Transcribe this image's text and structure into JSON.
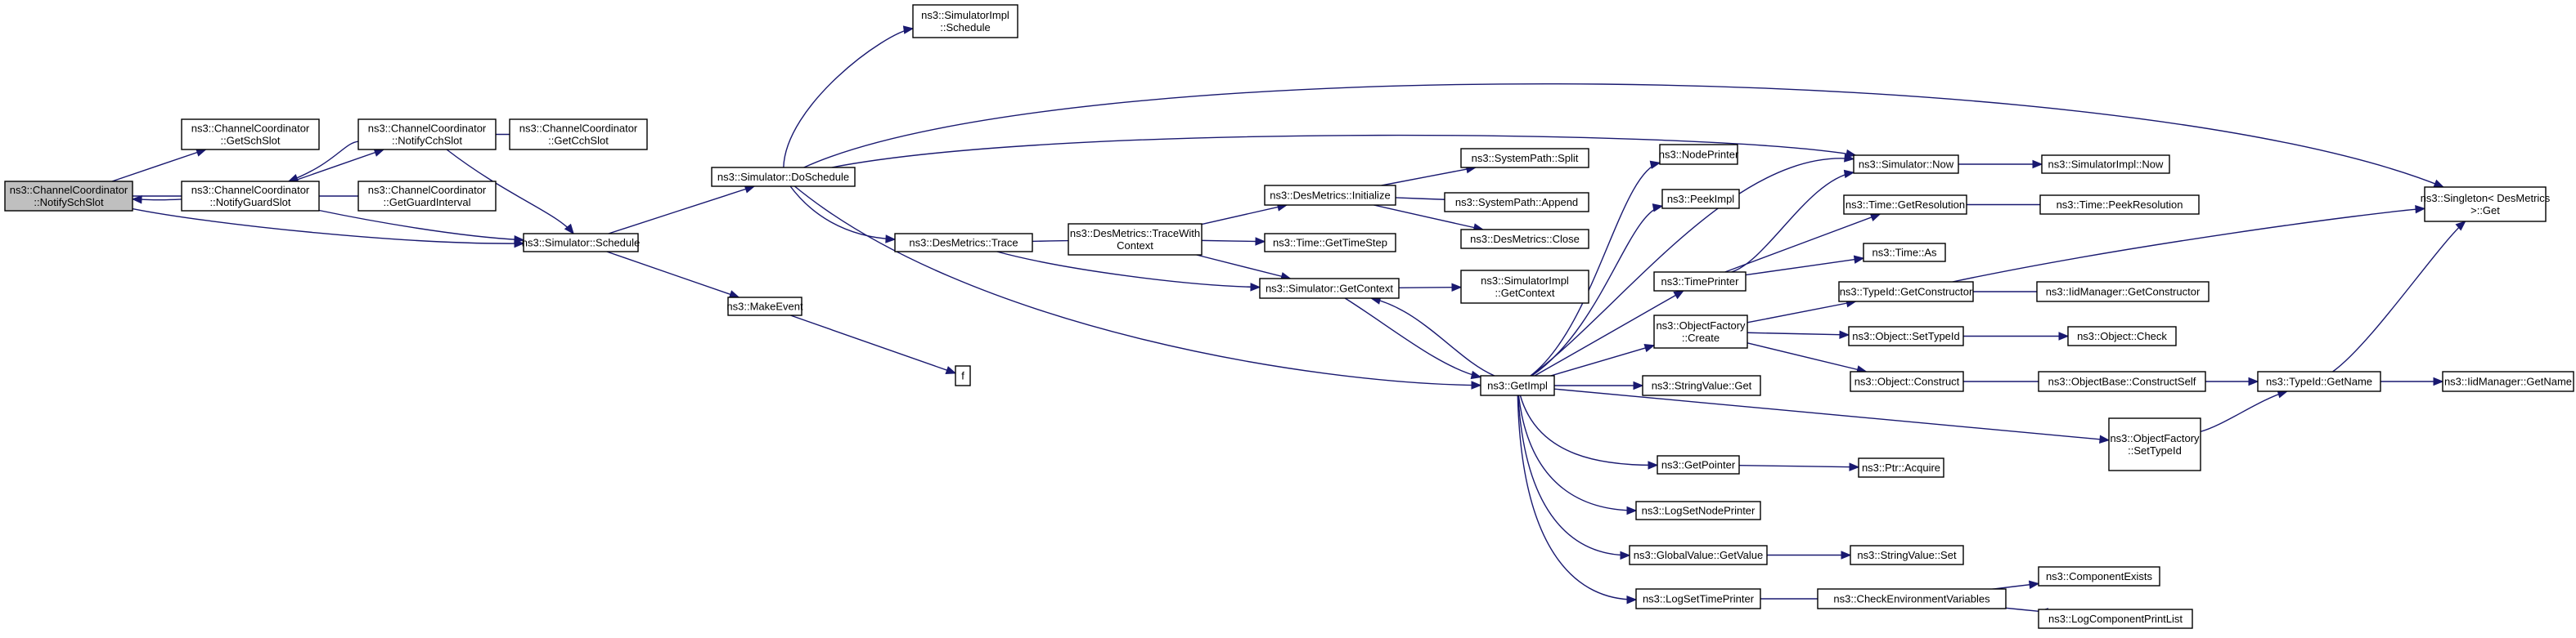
{
  "colors": {
    "edge": "#191970",
    "node_fill": "#ffffff",
    "node_fill_selected": "#bfbfbf",
    "node_border": "#000000",
    "node_border_truncated": "#ff0000"
  },
  "nodes": [
    {
      "id": "n0",
      "lines": [
        "ns3::ChannelCoordinator",
        "::NotifySchSlot"
      ],
      "selected": true
    },
    {
      "id": "n1",
      "lines": [
        "ns3::ChannelCoordinator",
        "::GetSchSlot"
      ]
    },
    {
      "id": "n2",
      "lines": [
        "ns3::ChannelCoordinator",
        "::NotifyGuardSlot"
      ]
    },
    {
      "id": "n3",
      "lines": [
        "ns3::ChannelCoordinator",
        "::NotifyCchSlot"
      ]
    },
    {
      "id": "n4",
      "lines": [
        "ns3::ChannelCoordinator",
        "::GetGuardInterval"
      ]
    },
    {
      "id": "n5",
      "lines": [
        "ns3::ChannelCoordinator",
        "::GetCchSlot"
      ]
    },
    {
      "id": "n6",
      "lines": [
        "ns3::Simulator::Schedule"
      ]
    },
    {
      "id": "n7",
      "lines": [
        "ns3::Simulator::DoSchedule"
      ]
    },
    {
      "id": "n8",
      "lines": [
        "ns3::MakeEvent"
      ]
    },
    {
      "id": "n9",
      "lines": [
        "f"
      ]
    },
    {
      "id": "n10",
      "lines": [
        "ns3::SimulatorImpl",
        "::Schedule"
      ]
    },
    {
      "id": "n11",
      "lines": [
        "ns3::DesMetrics::Trace"
      ]
    },
    {
      "id": "n12",
      "lines": [
        "ns3::DesMetrics::TraceWith",
        "Context"
      ]
    },
    {
      "id": "n13",
      "lines": [
        "ns3::DesMetrics::Initialize"
      ]
    },
    {
      "id": "n14",
      "lines": [
        "ns3::Time::GetTimeStep"
      ]
    },
    {
      "id": "n15",
      "lines": [
        "ns3::Simulator::GetContext"
      ]
    },
    {
      "id": "n16",
      "lines": [
        "ns3::SystemPath::Split"
      ]
    },
    {
      "id": "n17",
      "lines": [
        "ns3::SystemPath::Append"
      ]
    },
    {
      "id": "n18",
      "lines": [
        "ns3::DesMetrics::Close"
      ]
    },
    {
      "id": "n19",
      "lines": [
        "ns3::SimulatorImpl",
        "::GetContext"
      ]
    },
    {
      "id": "n20",
      "lines": [
        "ns3::GetImpl"
      ]
    },
    {
      "id": "n21",
      "lines": [
        "ns3::NodePrinter"
      ]
    },
    {
      "id": "n22",
      "lines": [
        "ns3::PeekImpl"
      ]
    },
    {
      "id": "n23",
      "lines": [
        "ns3::TimePrinter"
      ]
    },
    {
      "id": "n24",
      "lines": [
        "ns3::ObjectFactory",
        "::Create"
      ]
    },
    {
      "id": "n25",
      "lines": [
        "ns3::StringValue::Get"
      ]
    },
    {
      "id": "n26",
      "lines": [
        "ns3::GetPointer"
      ]
    },
    {
      "id": "n27",
      "lines": [
        "ns3::LogSetNodePrinter"
      ]
    },
    {
      "id": "n28",
      "lines": [
        "ns3::GlobalValue::GetValue"
      ]
    },
    {
      "id": "n29",
      "lines": [
        "ns3::LogSetTimePrinter"
      ]
    },
    {
      "id": "n30",
      "lines": [
        "ns3::Simulator::Now"
      ]
    },
    {
      "id": "n31",
      "lines": [
        "ns3::SimulatorImpl::Now"
      ]
    },
    {
      "id": "n32",
      "lines": [
        "ns3::Time::GetResolution"
      ]
    },
    {
      "id": "n33",
      "lines": [
        "ns3::Time::PeekResolution"
      ],
      "truncated": true
    },
    {
      "id": "n34",
      "lines": [
        "ns3::Time::As"
      ]
    },
    {
      "id": "n35",
      "lines": [
        "ns3::TypeId::GetConstructor"
      ]
    },
    {
      "id": "n36",
      "lines": [
        "ns3::IidManager::GetConstructor"
      ],
      "truncated": true
    },
    {
      "id": "n37",
      "lines": [
        "ns3::Object::SetTypeId"
      ]
    },
    {
      "id": "n38",
      "lines": [
        "ns3::Object::Check"
      ],
      "truncated": true
    },
    {
      "id": "n39",
      "lines": [
        "ns3::Object::Construct"
      ]
    },
    {
      "id": "n40",
      "lines": [
        "ns3::ObjectBase::ConstructSelf"
      ],
      "truncated": true
    },
    {
      "id": "n41",
      "lines": [
        "ns3::TypeId::GetName"
      ]
    },
    {
      "id": "n42",
      "lines": [
        "ns3::IidManager::GetName"
      ],
      "truncated": true
    },
    {
      "id": "n43",
      "lines": [
        "ns3::ObjectFactory",
        "::SetTypeId"
      ]
    },
    {
      "id": "n44",
      "lines": [
        "ns3::Singleton< DesMetrics",
        ">::Get"
      ]
    },
    {
      "id": "n45",
      "lines": [
        "ns3::Ptr::Acquire"
      ]
    },
    {
      "id": "n46",
      "lines": [
        "ns3::StringValue::Set"
      ]
    },
    {
      "id": "n47",
      "lines": [
        "ns3::CheckEnvironmentVariables"
      ]
    },
    {
      "id": "n48",
      "lines": [
        "ns3::ComponentExists"
      ],
      "truncated": true
    },
    {
      "id": "n49",
      "lines": [
        "ns3::LogComponentPrintList"
      ],
      "truncated": true
    }
  ],
  "edges": [
    [
      "n0",
      "n1"
    ],
    [
      "n0",
      "n2"
    ],
    [
      "n0",
      "n6"
    ],
    [
      "n2",
      "n3"
    ],
    [
      "n2",
      "n4"
    ],
    [
      "n2",
      "n6"
    ],
    [
      "n2",
      "n0"
    ],
    [
      "n3",
      "n5"
    ],
    [
      "n3",
      "n6"
    ],
    [
      "n3",
      "n2"
    ],
    [
      "n6",
      "n7"
    ],
    [
      "n6",
      "n8"
    ],
    [
      "n7",
      "n10"
    ],
    [
      "n7",
      "n44"
    ],
    [
      "n7",
      "n30"
    ],
    [
      "n7",
      "n11"
    ],
    [
      "n7",
      "n20"
    ],
    [
      "n8",
      "n9"
    ],
    [
      "n11",
      "n12"
    ],
    [
      "n11",
      "n15"
    ],
    [
      "n12",
      "n13"
    ],
    [
      "n12",
      "n14"
    ],
    [
      "n12",
      "n15"
    ],
    [
      "n13",
      "n16"
    ],
    [
      "n13",
      "n17"
    ],
    [
      "n13",
      "n18"
    ],
    [
      "n15",
      "n19"
    ],
    [
      "n15",
      "n20"
    ],
    [
      "n20",
      "n15"
    ],
    [
      "n20",
      "n21"
    ],
    [
      "n20",
      "n22"
    ],
    [
      "n20",
      "n23"
    ],
    [
      "n20",
      "n24"
    ],
    [
      "n20",
      "n25"
    ],
    [
      "n20",
      "n43"
    ],
    [
      "n20",
      "n26"
    ],
    [
      "n20",
      "n27"
    ],
    [
      "n20",
      "n28"
    ],
    [
      "n20",
      "n29"
    ],
    [
      "n20",
      "n30"
    ],
    [
      "n23",
      "n30"
    ],
    [
      "n23",
      "n32"
    ],
    [
      "n23",
      "n34"
    ],
    [
      "n30",
      "n31"
    ],
    [
      "n32",
      "n33"
    ],
    [
      "n24",
      "n35"
    ],
    [
      "n24",
      "n37"
    ],
    [
      "n24",
      "n39"
    ],
    [
      "n35",
      "n36"
    ],
    [
      "n35",
      "n44"
    ],
    [
      "n37",
      "n38"
    ],
    [
      "n39",
      "n40"
    ],
    [
      "n40",
      "n41"
    ],
    [
      "n41",
      "n42"
    ],
    [
      "n41",
      "n44"
    ],
    [
      "n43",
      "n41"
    ],
    [
      "n26",
      "n45"
    ],
    [
      "n28",
      "n46"
    ],
    [
      "n29",
      "n47"
    ],
    [
      "n47",
      "n48"
    ],
    [
      "n47",
      "n49"
    ]
  ]
}
